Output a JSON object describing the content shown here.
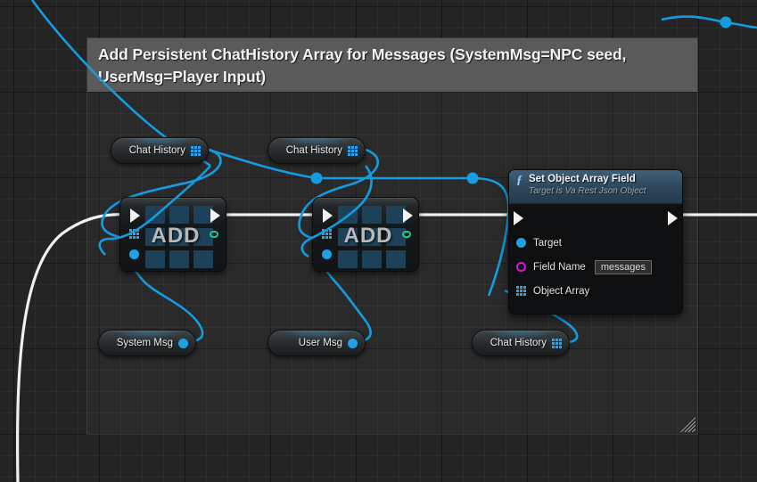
{
  "graph": {
    "comment": {
      "title": "Add Persistent ChatHistory Array for Messages (SystemMsg=NPC seed, UserMsg=Player Input)",
      "header_color": "#5a5a5a",
      "body_color": "rgba(120,120,120,0.085)"
    },
    "colors": {
      "exec_wire": "#f0f0f0",
      "data_wire": "#139ce0",
      "array_pin": "#2ca3e8",
      "object_pin": "#1fa1e8",
      "string_pin": "#d31ad3",
      "wildcard_pin": "#19c98a",
      "function_header": "#2f4b5f"
    },
    "variable_nodes": [
      {
        "id": "chat-history-1",
        "label": "Chat History",
        "pin": "array-pin-icon",
        "pin_side": "right"
      },
      {
        "id": "chat-history-2",
        "label": "Chat History",
        "pin": "array-pin-icon",
        "pin_side": "right"
      },
      {
        "id": "system-msg",
        "label": "System Msg",
        "pin": "object-pin-icon",
        "pin_side": "right"
      },
      {
        "id": "user-msg",
        "label": "User Msg",
        "pin": "object-pin-icon",
        "pin_side": "right"
      },
      {
        "id": "chat-history-3",
        "label": "Chat History",
        "pin": "array-pin-icon",
        "pin_side": "right"
      }
    ],
    "add_nodes": [
      {
        "id": "add-1",
        "label": "ADD"
      },
      {
        "id": "add-2",
        "label": "ADD"
      }
    ],
    "function_node": {
      "icon": "function-f-icon",
      "title": "Set Object Array Field",
      "subtitle": "Target is Va Rest Json Object",
      "pins": [
        {
          "name": "Target",
          "icon": "object-pin-icon",
          "value": null
        },
        {
          "name": "Field Name",
          "icon": "string-pin-icon",
          "value": "messages"
        },
        {
          "name": "Object Array",
          "icon": "array-pin-icon",
          "value": null
        }
      ]
    },
    "reroutes": [
      {
        "id": "reroute-top-right"
      },
      {
        "id": "reroute-mid-left"
      },
      {
        "id": "reroute-mid-right"
      }
    ]
  }
}
